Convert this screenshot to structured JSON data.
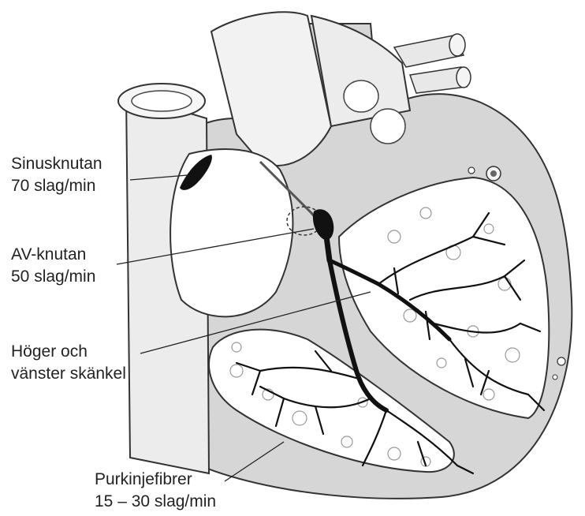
{
  "labels": {
    "sinus": {
      "line1": "Sinusknutan",
      "line2": "70 slag/min"
    },
    "av": {
      "line1": "AV-knutan",
      "line2": "50 slag/min"
    },
    "branches": {
      "line1": "Höger och",
      "line2": "vänster skänkel"
    },
    "purkinje": {
      "line1": "Purkinjefibrer",
      "line2": "15 – 30 slag/min"
    }
  },
  "colors": {
    "wall": "#d6d6d6",
    "outline": "#333333",
    "conduction": "#111111",
    "chamber": "#ffffff"
  }
}
